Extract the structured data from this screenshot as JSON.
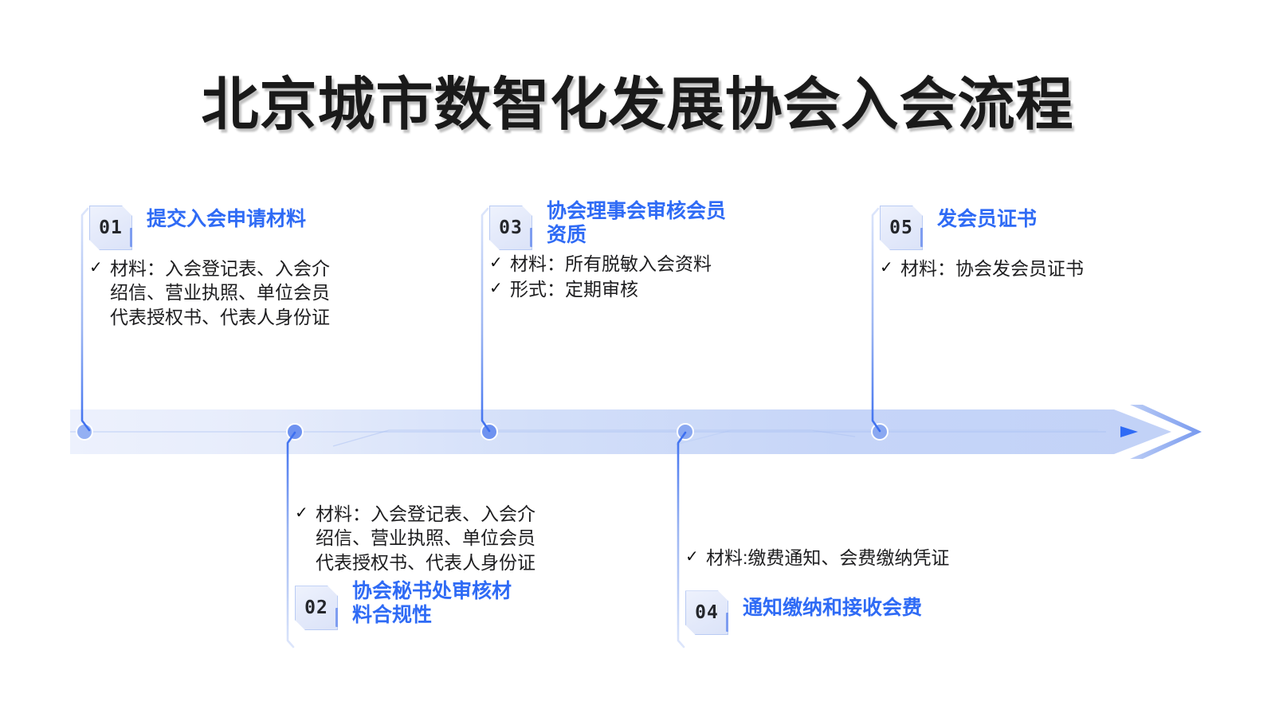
{
  "title": "北京城市数智化发展协会入会流程",
  "colors": {
    "accent_blue": "#2f6bf5",
    "badge_fill": "#e6ecfa",
    "badge_border": "#b9cbf4",
    "bar_light": "#eef2fd",
    "bar_dark": "#bfd0f8",
    "connector_line": "#3b6ef0",
    "title_text": "#1a1a1a"
  },
  "timeline": {
    "direction": "left-to-right",
    "arrow_icon": "arrow-right-icon",
    "node_count": 5
  },
  "steps": [
    {
      "number": "01",
      "title": "提交入会申请材料",
      "position": "top",
      "bullets": [
        {
          "icon": "check-icon",
          "text": "材料：入会登记表、入会介\n绍信、营业执照、单位会员\n代表授权书、代表人身份证"
        }
      ]
    },
    {
      "number": "02",
      "title": "协会秘书处审核材\n料合规性",
      "position": "bottom",
      "bullets": [
        {
          "icon": "check-icon",
          "text": "材料：入会登记表、入会介\n绍信、营业执照、单位会员\n代表授权书、代表人身份证"
        }
      ]
    },
    {
      "number": "03",
      "title": "协会理事会审核会员\n资质",
      "position": "top",
      "bullets": [
        {
          "icon": "check-icon",
          "text": "材料：所有脱敏入会资料"
        },
        {
          "icon": "check-icon",
          "text": "形式：定期审核"
        }
      ]
    },
    {
      "number": "04",
      "title": "通知缴纳和接收会费",
      "position": "bottom",
      "bullets": [
        {
          "icon": "check-icon",
          "text": "材料:缴费通知、会费缴纳凭证"
        }
      ]
    },
    {
      "number": "05",
      "title": "发会员证书",
      "position": "top",
      "bullets": [
        {
          "icon": "check-icon",
          "text": "材料：协会发会员证书"
        }
      ]
    }
  ]
}
